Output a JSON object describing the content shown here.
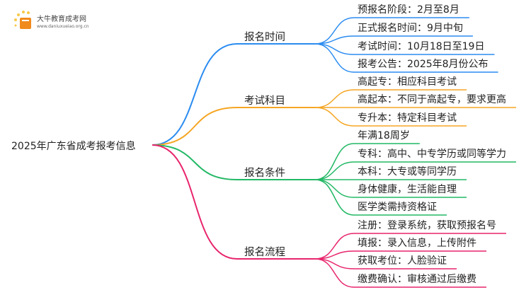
{
  "logo": {
    "name": "大牛教育成考网",
    "url": "www.daniuxueiao.org.cn"
  },
  "root": "2025年广东省成考报考信息",
  "branches": [
    {
      "label": "报名时间",
      "color": "#2b8cf0",
      "leaves": [
        "预报名阶段：2月至8月",
        "正式报名时间：9月中旬",
        "考试时间：10月18日至19日",
        "报考公告：2025年8月份公布"
      ]
    },
    {
      "label": "考试科目",
      "color": "#f5a623",
      "leaves": [
        "高起专：相应科目考试",
        "高起本：不同于高起专，要求更高",
        "专升本：特定科目考试"
      ]
    },
    {
      "label": "报名条件",
      "color": "#22b865",
      "leaves": [
        "年满18周岁",
        "专科：高中、中专学历或同等学力",
        "本科：大专或等同学历",
        "身体健康，生活能自理",
        "医学类需持资格证"
      ]
    },
    {
      "label": "报名流程",
      "color": "#e8246c",
      "leaves": [
        "注册：登录系统，获取预报名号",
        "填报：录入信息，上传附件",
        "获取考位：人脸验证",
        "缴费确认：审核通过后缴费"
      ]
    }
  ]
}
